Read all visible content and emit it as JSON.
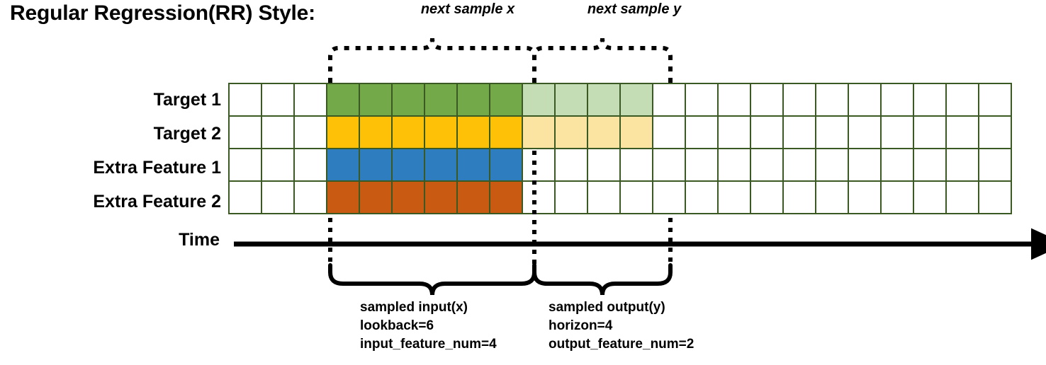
{
  "title": "Regular Regression(RR) Style:",
  "top_annotations": {
    "next_sample_x": "next sample x",
    "next_sample_y": "next sample y"
  },
  "row_labels": [
    {
      "name": "Target 1",
      "color": "#74A94A",
      "faded_color": "#C5DDB4"
    },
    {
      "name": "Target 2",
      "color": "#FFC107",
      "faded_color": "#FBE3A2"
    },
    {
      "name": "Extra Feature 1",
      "color": "#2E7DBF",
      "faded_color": null
    },
    {
      "name": "Extra Feature 2",
      "color": "#C85A11",
      "faded_color": null
    }
  ],
  "axis": {
    "time_label": "Time"
  },
  "grid": {
    "columns": 24,
    "rows": 4,
    "border_color": "#3B5A23",
    "leading_empty": 3,
    "input_span": 6,
    "output_span": 4,
    "trailing_empty": 11,
    "cells": [
      [
        "w",
        "w",
        "w",
        "g",
        "g",
        "g",
        "g",
        "g",
        "g",
        "gl",
        "gl",
        "gl",
        "gl",
        "w",
        "w",
        "w",
        "w",
        "w",
        "w",
        "w",
        "w",
        "w",
        "w",
        "w"
      ],
      [
        "w",
        "w",
        "w",
        "a",
        "a",
        "a",
        "a",
        "a",
        "a",
        "al",
        "al",
        "al",
        "al",
        "w",
        "w",
        "w",
        "w",
        "w",
        "w",
        "w",
        "w",
        "w",
        "w",
        "w"
      ],
      [
        "w",
        "w",
        "w",
        "b",
        "b",
        "b",
        "b",
        "b",
        "b",
        "w",
        "w",
        "w",
        "w",
        "w",
        "w",
        "w",
        "w",
        "w",
        "w",
        "w",
        "w",
        "w",
        "w",
        "w"
      ],
      [
        "w",
        "w",
        "w",
        "o",
        "o",
        "o",
        "o",
        "o",
        "o",
        "w",
        "w",
        "w",
        "w",
        "w",
        "w",
        "w",
        "w",
        "w",
        "w",
        "w",
        "w",
        "w",
        "w",
        "w"
      ]
    ]
  },
  "bottom_annotations": {
    "input": {
      "line1": "sampled input(x)",
      "line2": "lookback=6",
      "line3": "input_feature_num=4"
    },
    "output": {
      "line1": "sampled output(y)",
      "line2": "horizon=4",
      "line3": "output_feature_num=2"
    }
  }
}
